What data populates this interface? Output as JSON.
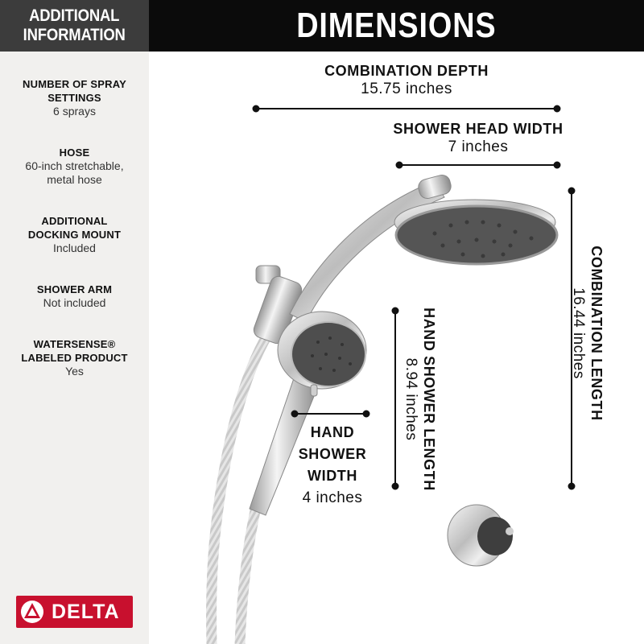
{
  "sidebar": {
    "header": [
      "ADDITIONAL",
      "INFORMATION"
    ],
    "specs": [
      {
        "label": [
          "NUMBER OF SPRAY",
          "SETTINGS"
        ],
        "value": [
          "6 sprays"
        ]
      },
      {
        "label": [
          "HOSE"
        ],
        "value": [
          "60-inch stretchable,",
          "metal hose"
        ]
      },
      {
        "label": [
          "ADDITIONAL",
          "DOCKING MOUNT"
        ],
        "value": [
          "Included"
        ]
      },
      {
        "label": [
          "SHOWER ARM"
        ],
        "value": [
          "Not included"
        ]
      },
      {
        "label": [
          "WATERSENSE® ",
          "LABELED PRODUCT"
        ],
        "value": [
          "Yes"
        ]
      }
    ]
  },
  "logo": {
    "brand": "DELTA"
  },
  "title": "DIMENSIONS",
  "dimensions": {
    "combination_depth": {
      "label": "COMBINATION DEPTH",
      "value": "15.75  inches"
    },
    "shower_head_width": {
      "label": "SHOWER HEAD WIDTH",
      "value": "7  inches"
    },
    "combination_length": {
      "label": "COMBINATION LENGTH",
      "value": "16.44  inches"
    },
    "hand_shower_length": {
      "label": "HAND SHOWER LENGTH",
      "value": "8.94  inches"
    },
    "hand_shower_width": {
      "label": [
        "HAND",
        "SHOWER",
        "WIDTH"
      ],
      "value": "4  inches"
    }
  },
  "colors": {
    "brand_red": "#c8102e",
    "title_bar": "#0b0b0b",
    "sidebar_header": "#3c3c3c",
    "sidebar_bg": "#f1f0ee"
  }
}
